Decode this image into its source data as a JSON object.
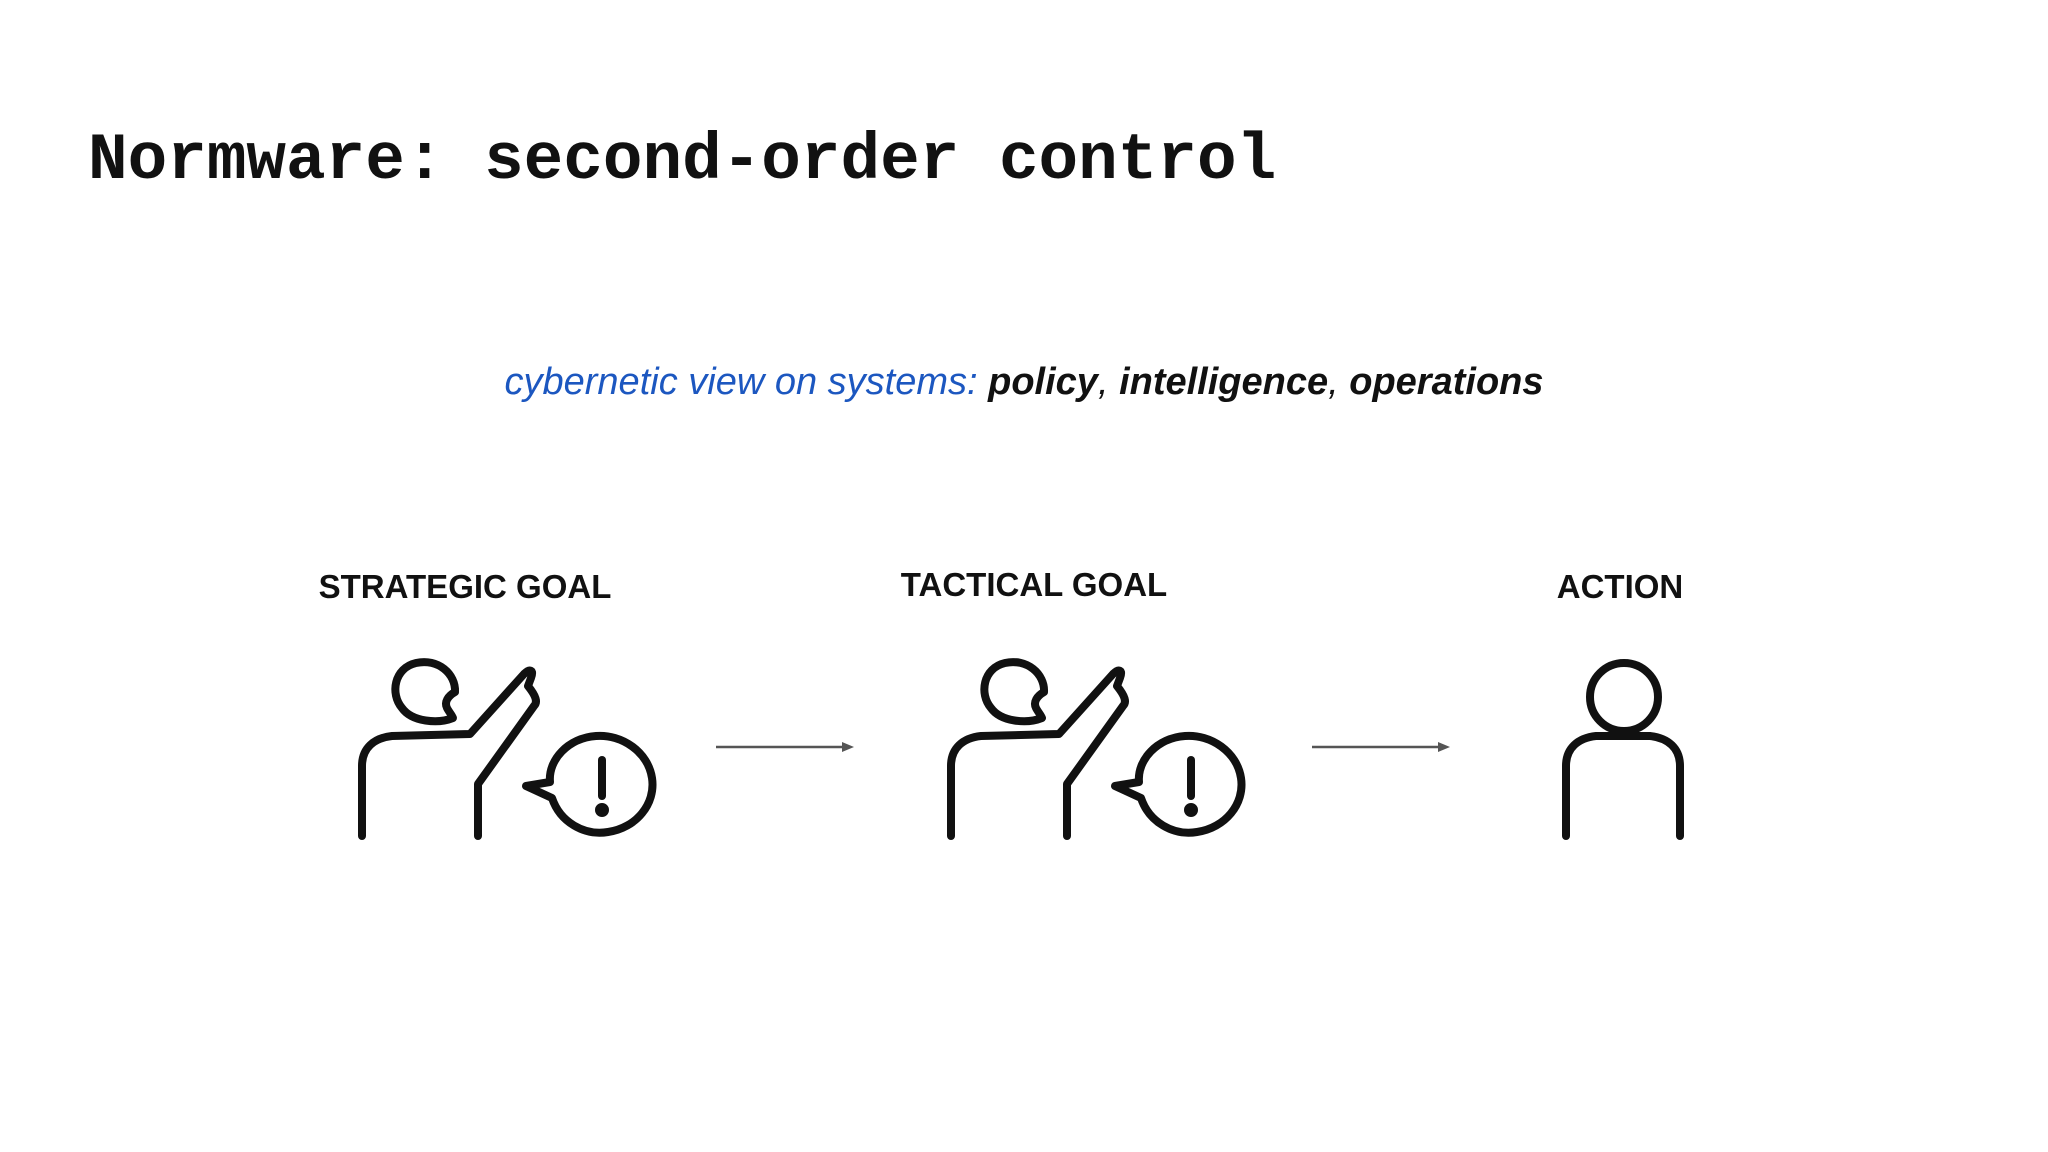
{
  "slide": {
    "title": "Normware: second-order control",
    "subtitle": {
      "lead": "cybernetic view on systems:",
      "terms": [
        "policy",
        "intelligence",
        "operations"
      ],
      "separator": ","
    }
  },
  "diagram": {
    "stages": [
      {
        "label": "STRATEGIC GOAL",
        "icon": "person-pointing-speech-alert-icon"
      },
      {
        "label": "TACTICAL GOAL",
        "icon": "person-pointing-speech-alert-icon"
      },
      {
        "label": "ACTION",
        "icon": "person-icon"
      }
    ],
    "connectors": [
      "arrow-right-icon",
      "arrow-right-icon"
    ],
    "colors": {
      "text": "#111111",
      "accent": "#1c57c0",
      "arrow": "#555555"
    }
  }
}
